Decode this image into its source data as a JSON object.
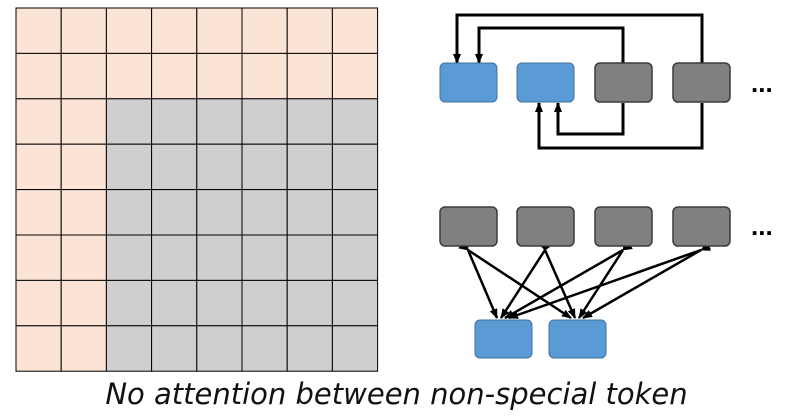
{
  "caption": "No attention between non-special token",
  "ellipsis_top": "...",
  "ellipsis_bottom": "...",
  "colors": {
    "special": "#5b9bd5",
    "special_stroke": "#41719c",
    "normal": "#808080",
    "normal_stroke": "#3b3b3b",
    "mask_open": "#fbe3d6",
    "mask_blocked": "#d0cece",
    "grid_line": "#000000",
    "arrow": "#000000"
  },
  "mask": {
    "rows": 8,
    "cols": 8,
    "special_tokens": 2
  },
  "top_graph": {
    "nodes": [
      "special",
      "special",
      "normal",
      "normal"
    ]
  },
  "bottom_graph": {
    "special_nodes": 2,
    "normal_nodes": 4
  }
}
